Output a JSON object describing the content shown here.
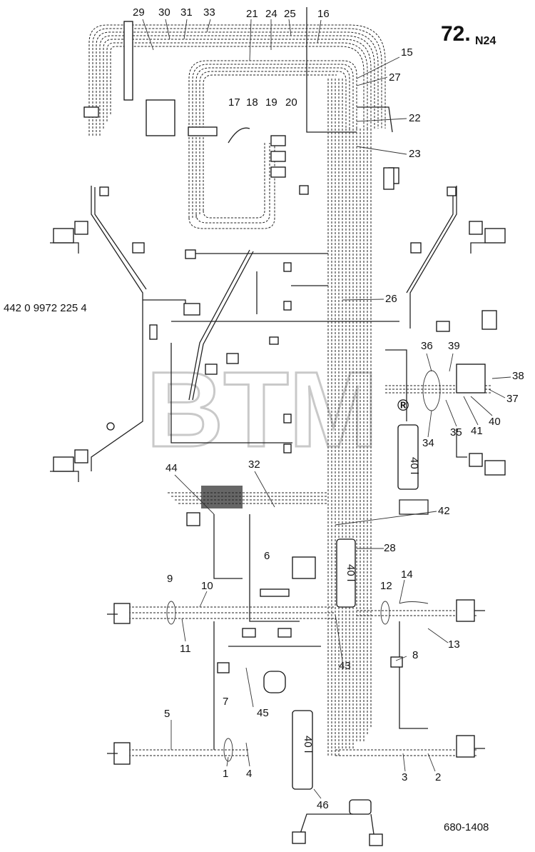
{
  "sheet": {
    "page_number": "72.",
    "page_suffix": "N24",
    "part_number": "442 0 9972 225 4",
    "drawing_number": "680-1408",
    "watermark": "BTM",
    "watermark_mark": "®"
  },
  "callouts": [
    "1",
    "2",
    "3",
    "4",
    "5",
    "6",
    "7",
    "8",
    "9",
    "10",
    "11",
    "12",
    "13",
    "14",
    "15",
    "16",
    "17",
    "18",
    "19",
    "20",
    "21",
    "22",
    "23",
    "24",
    "25",
    "26",
    "27",
    "28",
    "29",
    "30",
    "31",
    "32",
    "33",
    "34",
    "35",
    "36",
    "37",
    "38",
    "39",
    "40",
    "41",
    "42",
    "43",
    "44",
    "45",
    "46"
  ],
  "tank_labels": [
    "40 l",
    "40 l",
    "40 l"
  ]
}
